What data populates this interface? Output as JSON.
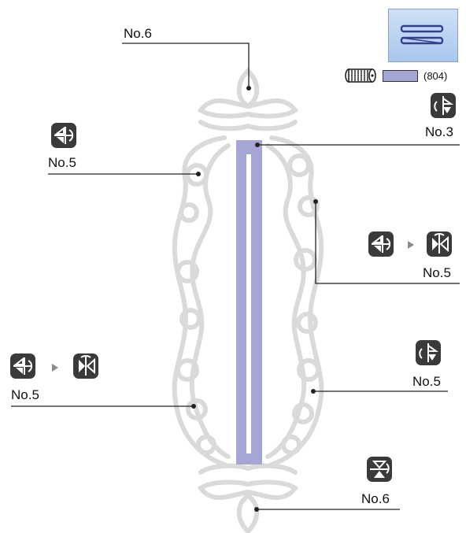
{
  "thread": {
    "code": "(804)",
    "color": "#a5a6d6"
  },
  "callouts": {
    "top_left": "No.6",
    "left_upper": "No.5",
    "right_top": "No.3",
    "right_middle": "No.5",
    "left_lower": "No.5",
    "right_lower": "No.5",
    "bottom_right": "No.6"
  },
  "icons": {
    "right_top": "stitch-direction-icon",
    "left_upper": "stitch-direction-icon",
    "right_middle_a": "stitch-direction-icon",
    "right_middle_b": "stitch-direction-icon",
    "left_lower_a": "stitch-direction-icon",
    "left_lower_b": "stitch-direction-icon",
    "right_lower": "stitch-direction-icon",
    "bottom_right": "stitch-direction-icon"
  }
}
